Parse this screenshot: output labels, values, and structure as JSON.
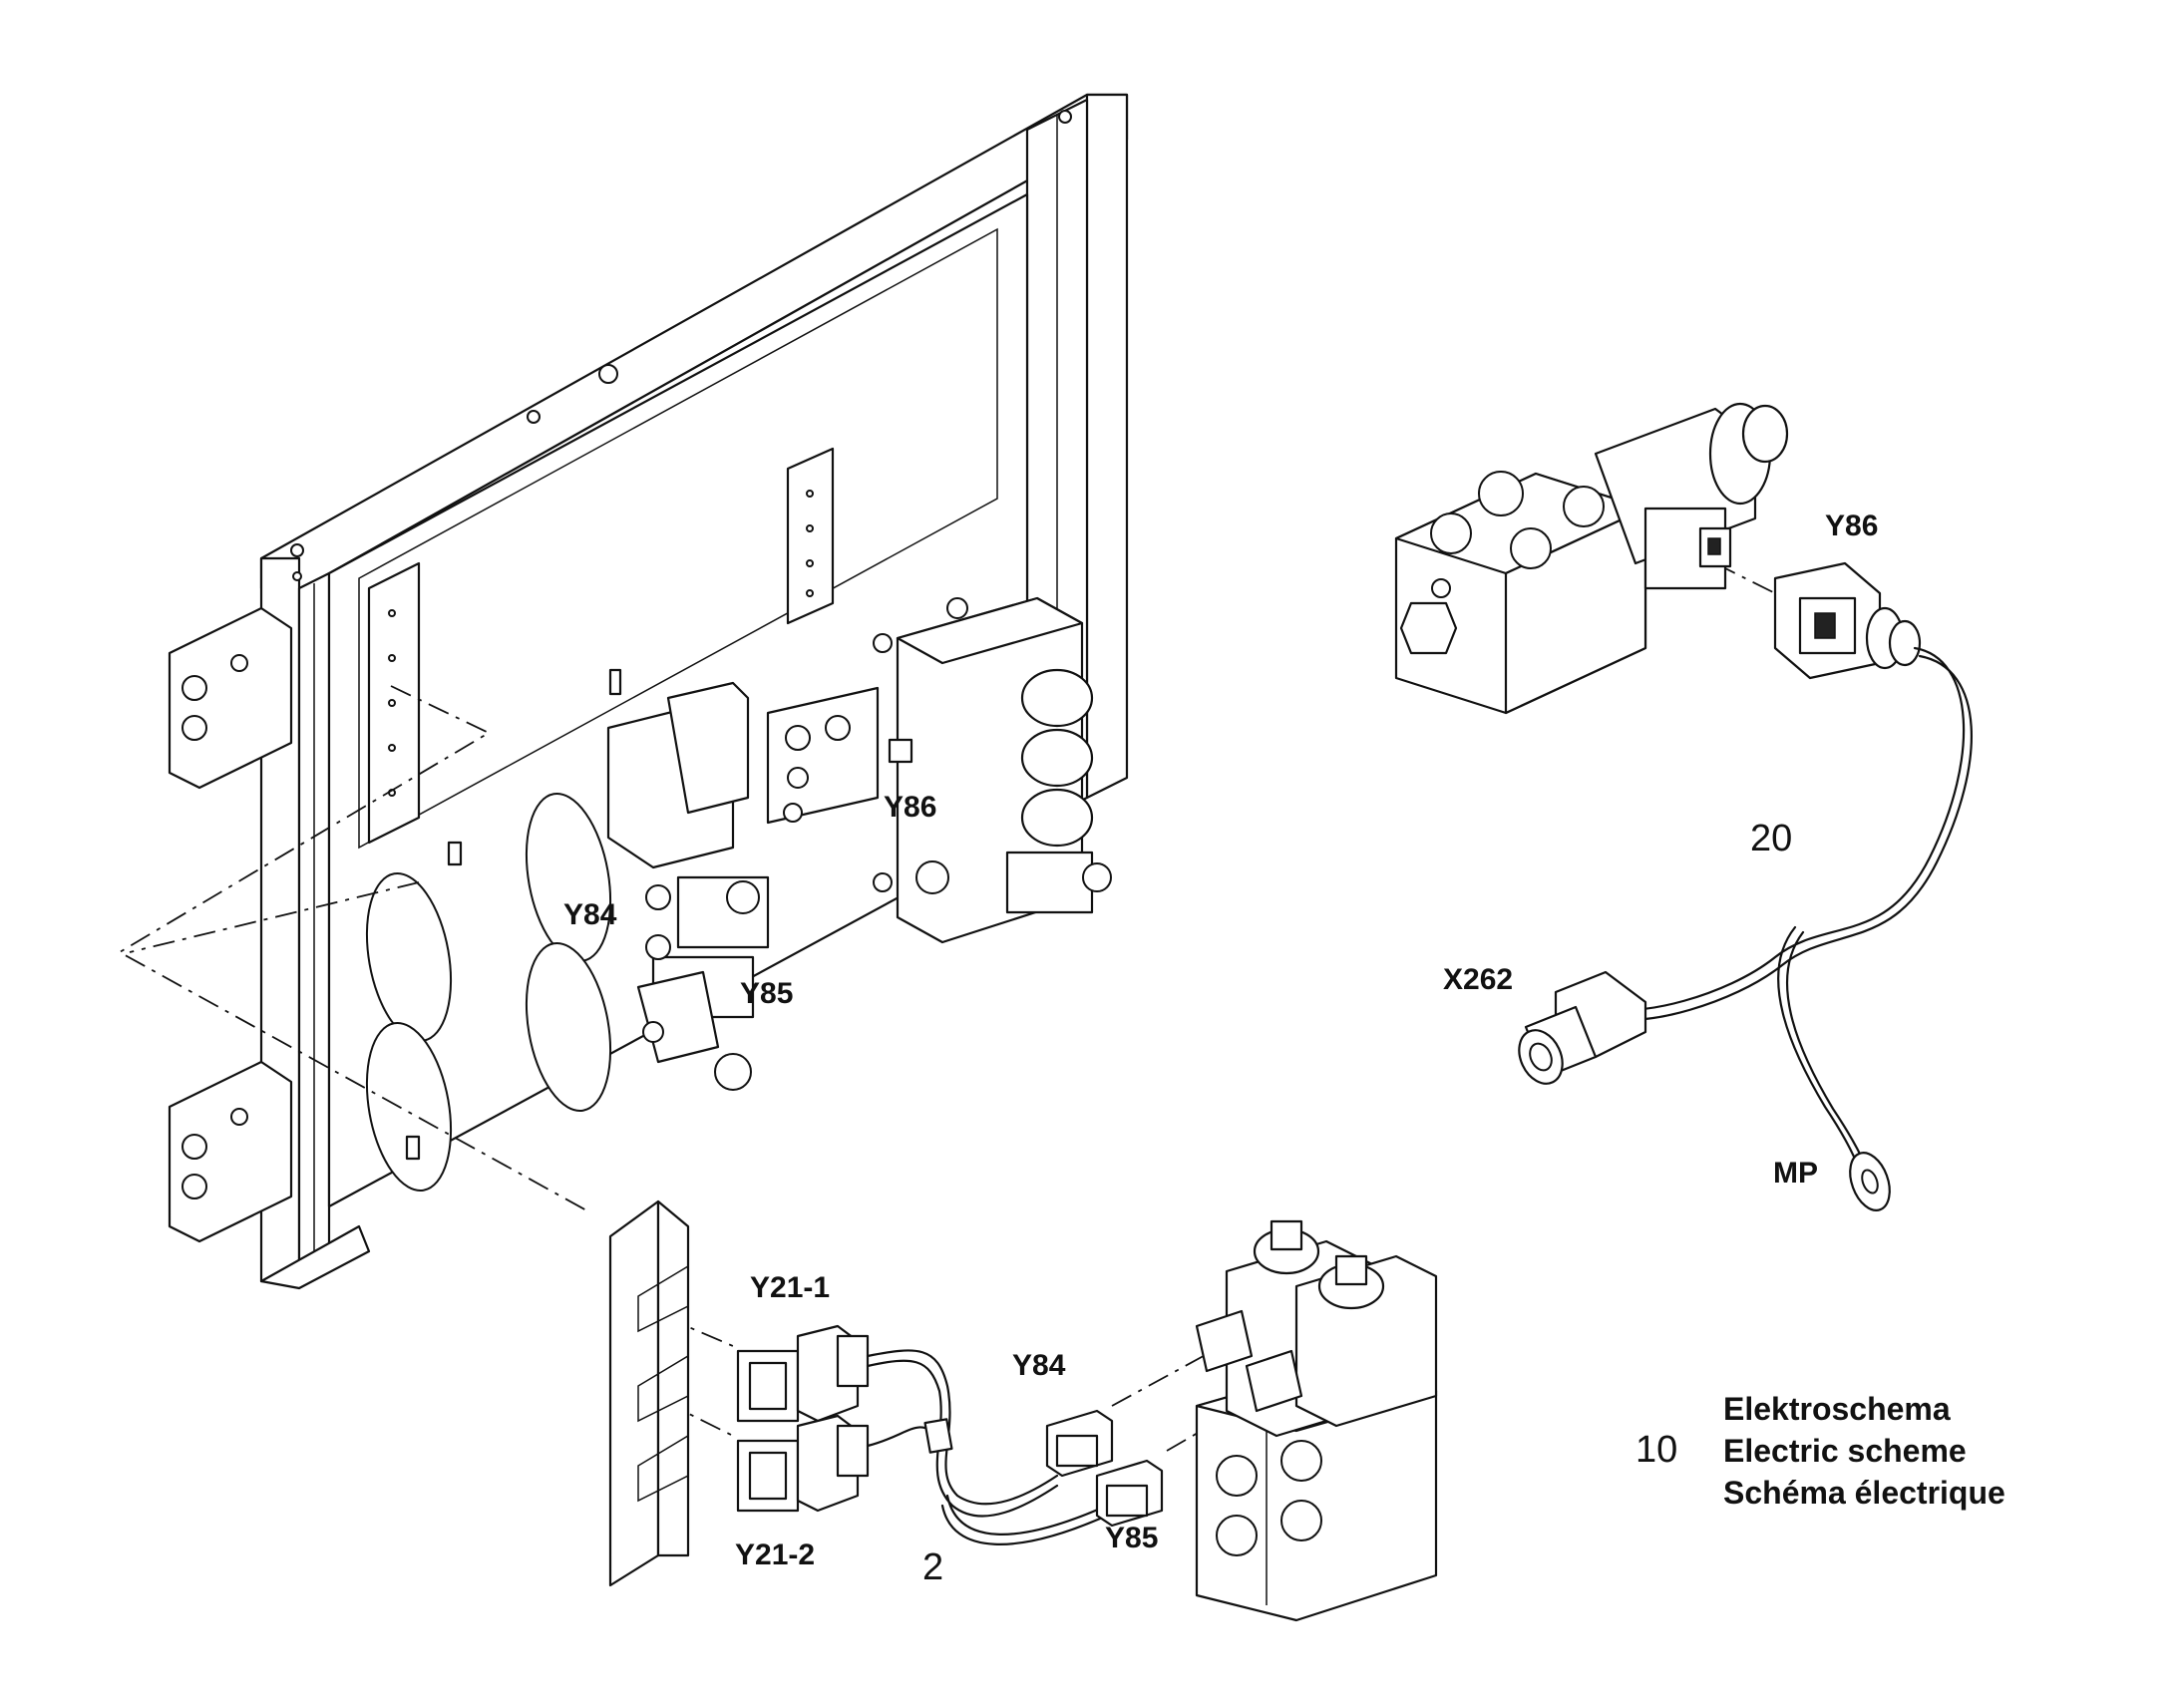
{
  "labels": {
    "y86_frame": "Y86",
    "y84_frame": "Y84",
    "y85_frame": "Y85",
    "y86_valve": "Y86",
    "x262": "X262",
    "mp": "MP",
    "y21_1": "Y21-1",
    "y21_2": "Y21-2",
    "y84_conn": "Y84",
    "y85_conn": "Y85"
  },
  "item_numbers": {
    "cable_20": "20",
    "cable_2": "2",
    "legend_item": "10"
  },
  "legend": {
    "line1": "Elektroschema",
    "line2": "Electric scheme",
    "line3": "Schéma électrique"
  }
}
